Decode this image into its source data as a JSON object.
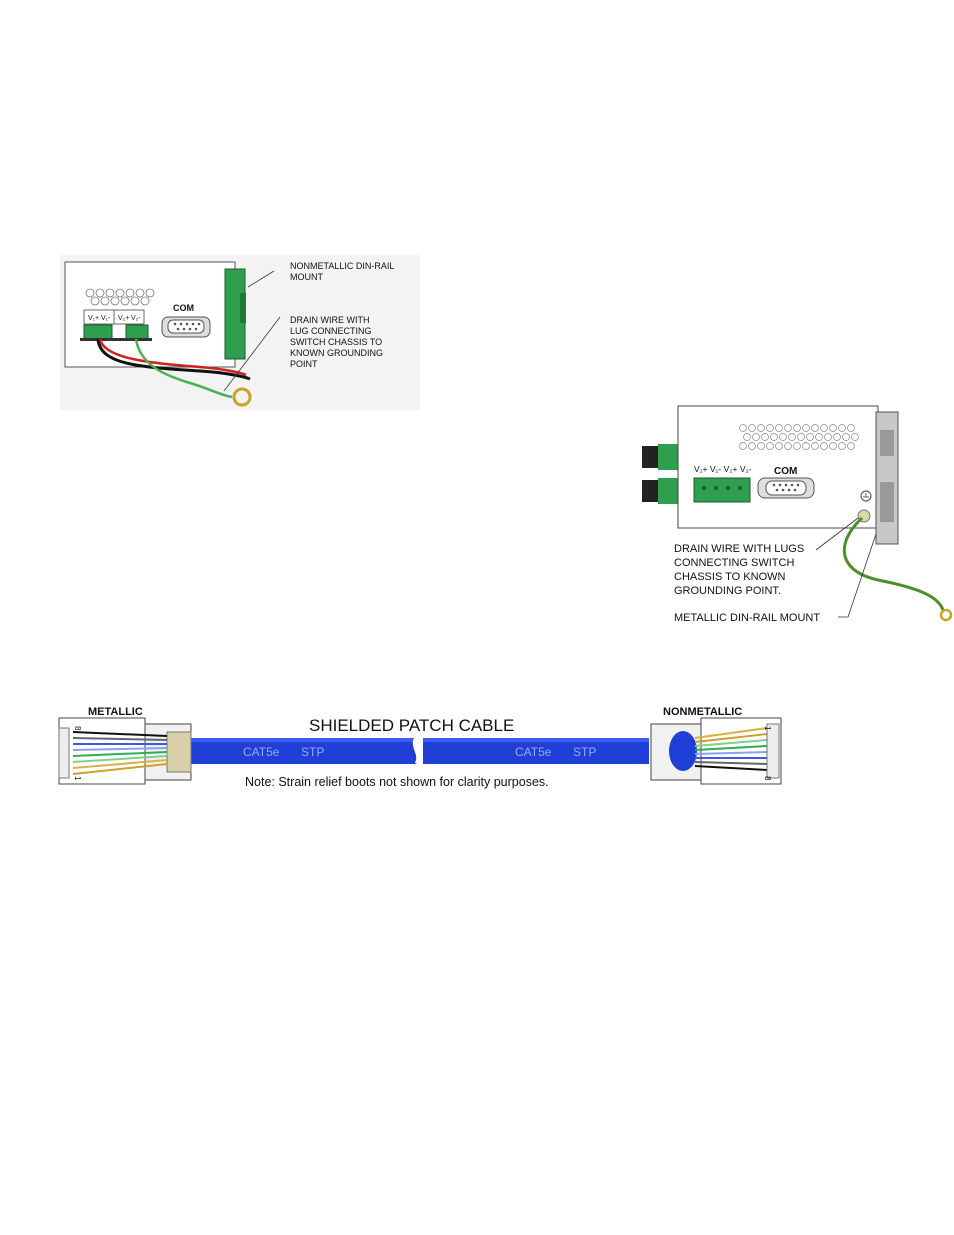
{
  "figure1": {
    "callout_mount": [
      "NONMETALLIC DIN-RAIL",
      "MOUNT"
    ],
    "callout_drain": [
      "DRAIN WIRE WITH",
      "LUG CONNECTING",
      "SWITCH CHASSIS TO",
      "KNOWN GROUNDING",
      "POINT"
    ],
    "com_label": "COM",
    "terminal_labels": [
      "V₁+",
      "V₁-",
      "V₂+",
      "V₂-"
    ]
  },
  "figure2": {
    "com_label": "COM",
    "terminal_label": "V₁+ V₁- V₂+ V₂-",
    "callout_drain": [
      "DRAIN WIRE WITH LUGS",
      "CONNECTING SWITCH",
      "CHASSIS TO KNOWN",
      "GROUNDING POINT."
    ],
    "callout_mount": "METALLIC DIN-RAIL MOUNT"
  },
  "figure3": {
    "title": "SHIELDED PATCH CABLE",
    "left_label": "METALLIC",
    "right_label": "NONMETALLIC",
    "cable_text_left": [
      "CAT5e",
      "STP"
    ],
    "cable_text_right": [
      "CAT5e",
      "STP"
    ],
    "note": "Note: Strain relief boots not shown for clarity purposes.",
    "pin_first": "1",
    "pin_last": "8"
  },
  "colors": {
    "terminal_green": "#2f9e4f",
    "drain_green": "#4caf50",
    "cable_blue": "#1f3fd6",
    "wire_red": "#d02020",
    "lug_gold": "#c9a227"
  }
}
